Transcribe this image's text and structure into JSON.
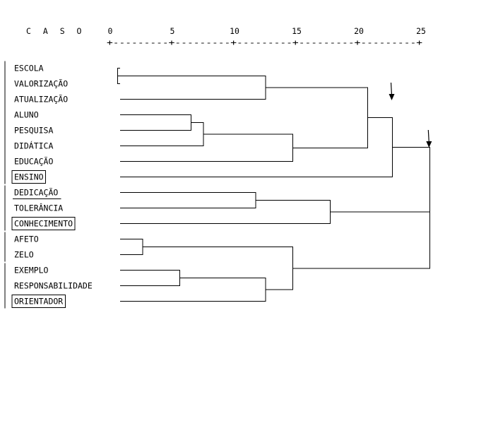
{
  "header": {
    "case_label": "C A S O",
    "scale_ticks": [
      "0",
      "5",
      "10",
      "15",
      "20",
      "25"
    ],
    "ruler": "+---------+---------+---------+---------+---------+"
  },
  "labels": [
    "ESCOLA",
    "VALORIZAÇÃO",
    "ATUALIZAÇÃO",
    "ALUNO",
    "PESQUISA",
    "DIDÁTICA",
    "EDUCAÇÃO",
    "ENSINO",
    "DEDICAÇÃO",
    "TOLERÂNCIA",
    "CONHECIMENTO",
    "AFETO",
    "ZELO",
    "EXEMPLO",
    "RESPONSABILIDADE",
    "ORIENTADOR"
  ],
  "boxed_labels": [
    "ENSINO",
    "CONHECIMENTO",
    "ORIENTADOR"
  ],
  "underlined_labels": [
    "DEDICAÇÃO"
  ],
  "group_bars": [
    [
      0,
      7
    ],
    [
      8,
      10
    ],
    [
      11,
      12
    ],
    [
      13,
      15
    ]
  ],
  "merges": [
    {
      "a": 0,
      "b": 1,
      "distance": 0.6
    },
    {
      "a": "m1",
      "b": 2,
      "distance": 12.5
    },
    {
      "a": 3,
      "b": 4,
      "distance": 6.5
    },
    {
      "a": "m3",
      "b": 5,
      "distance": 7.5
    },
    {
      "a": "m4",
      "b": 6,
      "distance": 14.7
    },
    {
      "a": 8,
      "b": 9,
      "distance": 11.7
    },
    {
      "a": "m6",
      "b": 10,
      "distance": 17.7
    },
    {
      "a": 11,
      "b": 12,
      "distance": 2.6
    },
    {
      "a": 13,
      "b": 14,
      "distance": 5.6
    },
    {
      "a": "m9",
      "b": 15,
      "distance": 12.5
    },
    {
      "a": "m8",
      "b": "m10",
      "distance": 14.7
    },
    {
      "a": "m2",
      "b": "m5",
      "distance": 20.7
    },
    {
      "a": "m12",
      "b": 7,
      "distance": 22.7
    },
    {
      "a": "m13",
      "b": "m7",
      "distance": 25.7
    },
    {
      "a": "m14",
      "b": "m11",
      "distance": 25.7
    }
  ],
  "chart_data": {
    "type": "dendrogram",
    "axis_label": "C A S O",
    "scale_range": [
      0,
      25
    ],
    "scale_ticks": [
      0,
      5,
      10,
      15,
      20,
      25
    ],
    "leaves": [
      "ESCOLA",
      "VALORIZAÇÃO",
      "ATUALIZAÇÃO",
      "ALUNO",
      "PESQUISA",
      "DIDÁTICA",
      "EDUCAÇÃO",
      "ENSINO",
      "DEDICAÇÃO",
      "TOLERÂNCIA",
      "CONHECIMENTO",
      "AFETO",
      "ZELO",
      "EXEMPLO",
      "RESPONSABILIDADE",
      "ORIENTADOR"
    ],
    "arrows_at_distance": [
      22.7,
      25.7
    ]
  }
}
